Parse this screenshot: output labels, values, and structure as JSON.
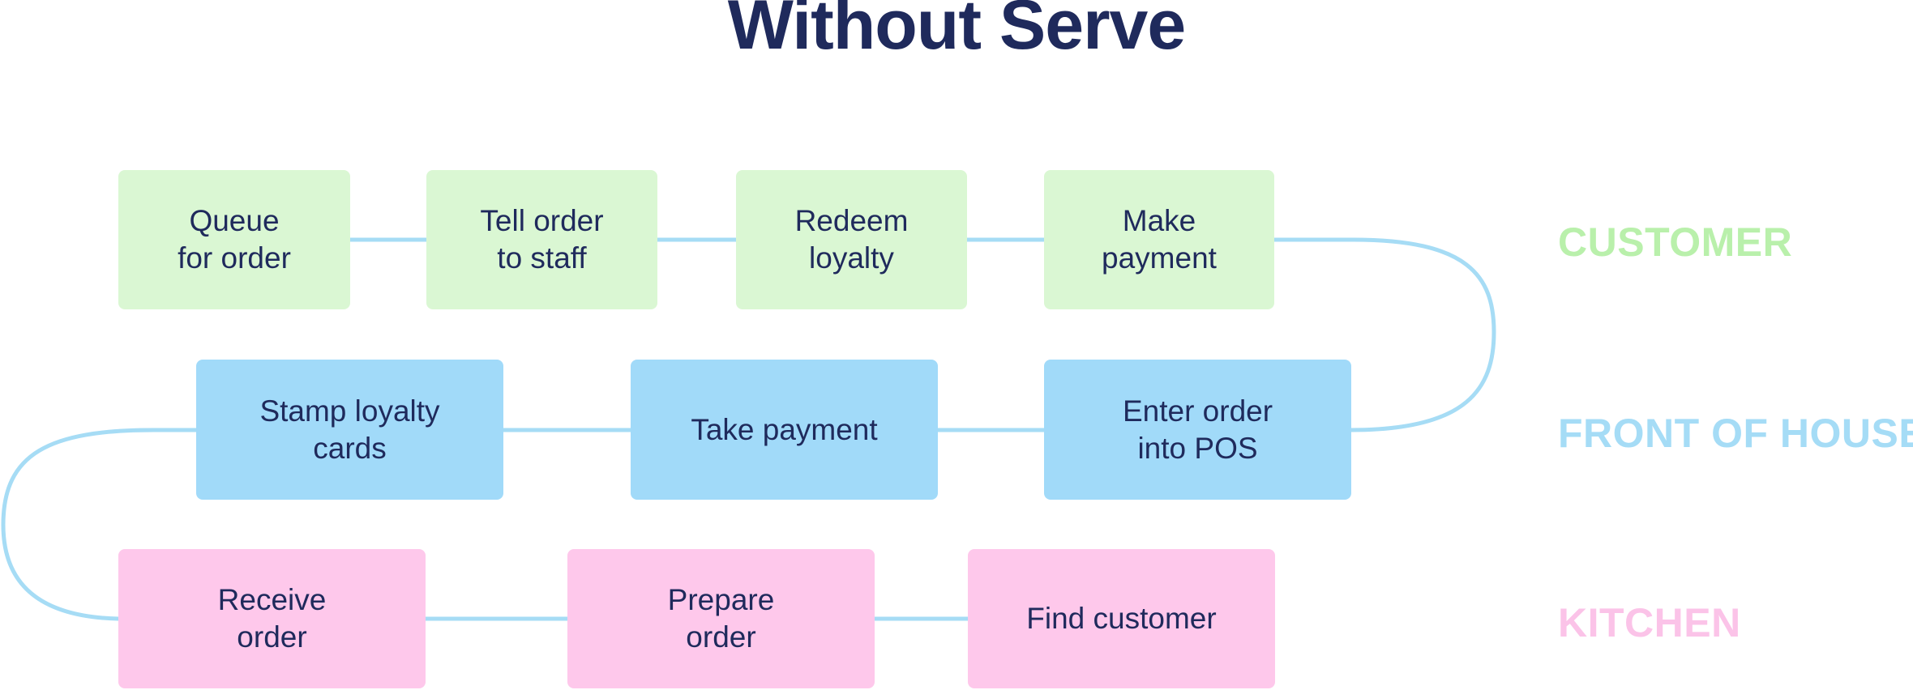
{
  "title": "Without Serve",
  "colors": {
    "title": "#1f2a5c",
    "connector": "#a6dcf5",
    "customer_fill": "#daf7d3",
    "customer_label": "#b9f0ab",
    "front_fill": "#a1daf9",
    "front_label": "#a5dcf6",
    "kitchen_fill": "#fec8eb",
    "kitchen_label": "#fbc3e8"
  },
  "lanes": {
    "customer": "CUSTOMER",
    "front_of_house": "FRONT OF HOUSE",
    "kitchen": "KITCHEN"
  },
  "steps": {
    "queue": "Queue\nfor order",
    "tell": "Tell order\nto staff",
    "redeem": "Redeem\nloyalty",
    "make_payment": "Make\npayment",
    "enter_order": "Enter order\ninto POS",
    "take_payment": "Take payment",
    "stamp": "Stamp loyalty\ncards",
    "receive": "Receive\norder",
    "prepare": "Prepare\norder",
    "find": "Find customer"
  }
}
